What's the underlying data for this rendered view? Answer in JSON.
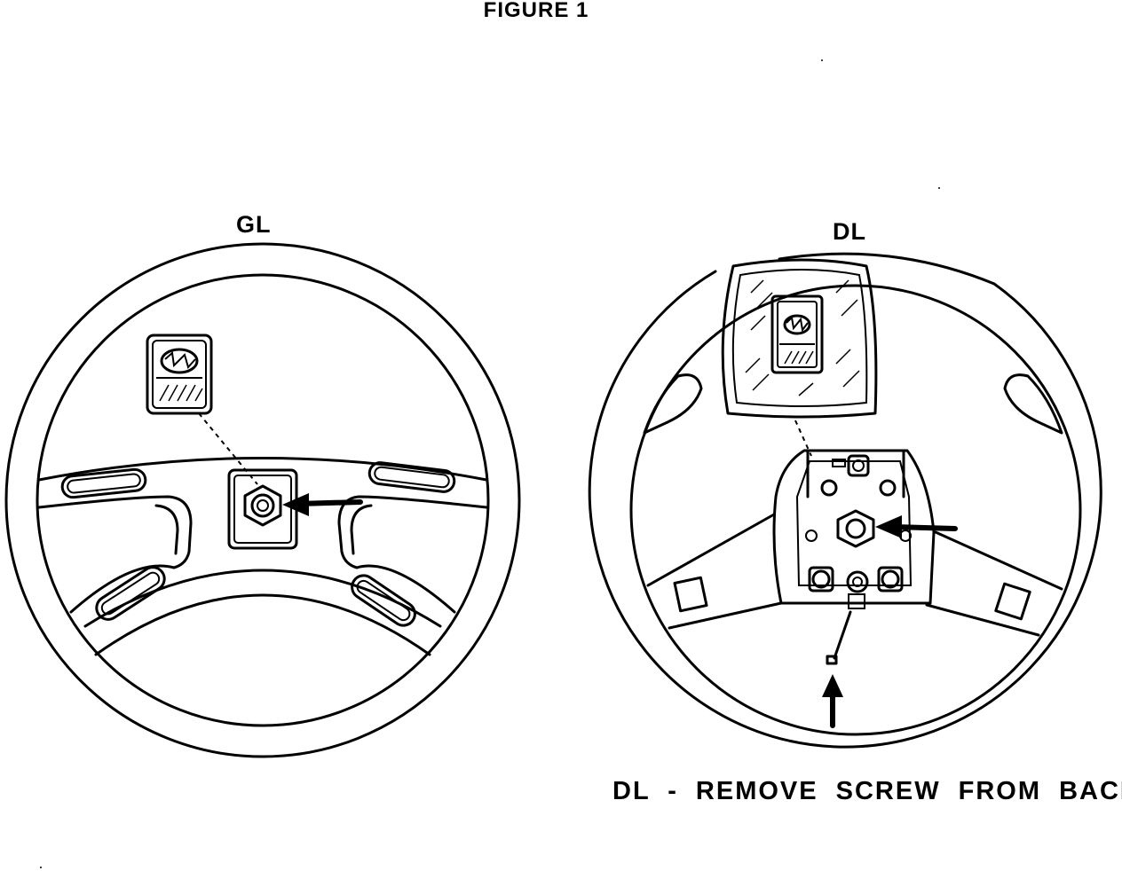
{
  "figure": {
    "title": "FIGURE 1"
  },
  "wheels": {
    "left": {
      "label": "GL"
    },
    "right": {
      "label": "DL"
    }
  },
  "caption": "DL - REMOVE SCREW FROM BACK"
}
